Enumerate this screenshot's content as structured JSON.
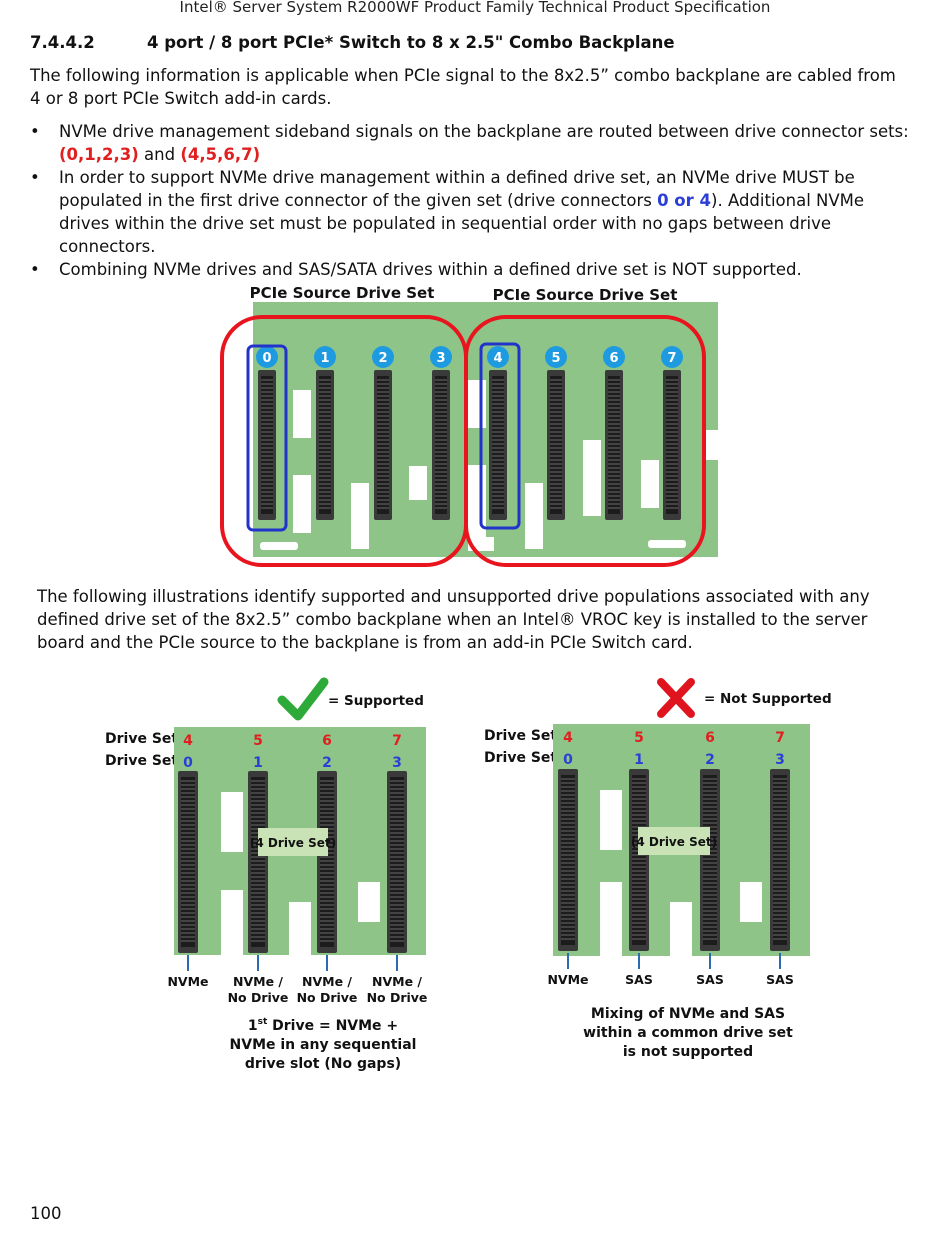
{
  "header": {
    "title": "Intel® Server System R2000WF Product Family Technical Product Specification"
  },
  "section": {
    "number": "7.4.4.2",
    "title": "4 port / 8 port PCIe* Switch to 8 x 2.5\" Combo Backplane"
  },
  "intro": "The following information is applicable when PCIe signal to the 8x2.5” combo backplane are cabled from 4 or 8 port PCIe Switch add-in cards.",
  "bullets": {
    "b1_text": "NVMe drive management sideband signals on the backplane are routed between drive connector sets: ",
    "b1_set_a": "(0,1,2,3)",
    "b1_and": " and ",
    "b1_set_b": "(4,5,6,7)",
    "b2_pre": "In order to support NVMe drive management within a defined drive set, an NVMe drive MUST be populated in the first drive connector of the given set (drive connectors ",
    "b2_highlight": "0 or 4",
    "b2_post": "). Additional NVMe drives within the drive set must be populated in sequential order with no gaps between drive connectors.",
    "b3_text": "Combining NVMe drives and SAS/SATA drives within a defined drive set is NOT supported."
  },
  "figure1": {
    "label_left": "PCIe Source Drive Set",
    "label_right": "PCIe Source Drive Set",
    "connectors": [
      "0",
      "1",
      "2",
      "3",
      "4",
      "5",
      "6",
      "7"
    ]
  },
  "para2": "The following illustrations identify supported and unsupported drive populations associated with any defined drive set of the 8x2.5” combo backplane when an Intel® VROC key is installed to the server board and the PCIe source to the backplane is from an add-in PCIe Switch card.",
  "figure2": {
    "supported_legend": "= Supported",
    "not_supported_legend": "= Not Supported",
    "drive_set_label": "Drive Set",
    "set_top": [
      "4",
      "5",
      "6",
      "7"
    ],
    "set_bottom": [
      "0",
      "1",
      "2",
      "3"
    ],
    "group_label": "(4 Drive Set)",
    "left_slots": [
      "NVMe",
      "NVMe /",
      "NVMe /",
      "NVMe /"
    ],
    "left_slots_line2": [
      "",
      "No Drive",
      "No Drive",
      "No Drive"
    ],
    "right_slots": [
      "NVMe",
      "SAS",
      "SAS",
      "SAS"
    ],
    "left_caption_1a": "1",
    "left_caption_1sup": "st",
    "left_caption_1b": " Drive = NVMe +",
    "left_caption_2": "NVMe in any sequential",
    "left_caption_3": "drive slot (No gaps)",
    "right_caption_1": "Mixing of NVMe and SAS",
    "right_caption_2": "within a common drive set",
    "right_caption_3": "is not supported"
  },
  "page_number": "100",
  "colors": {
    "red": "#e01f1f",
    "blue": "#2b3fd6",
    "board_green": "#8fc489",
    "connector": "#3a3a3a"
  }
}
